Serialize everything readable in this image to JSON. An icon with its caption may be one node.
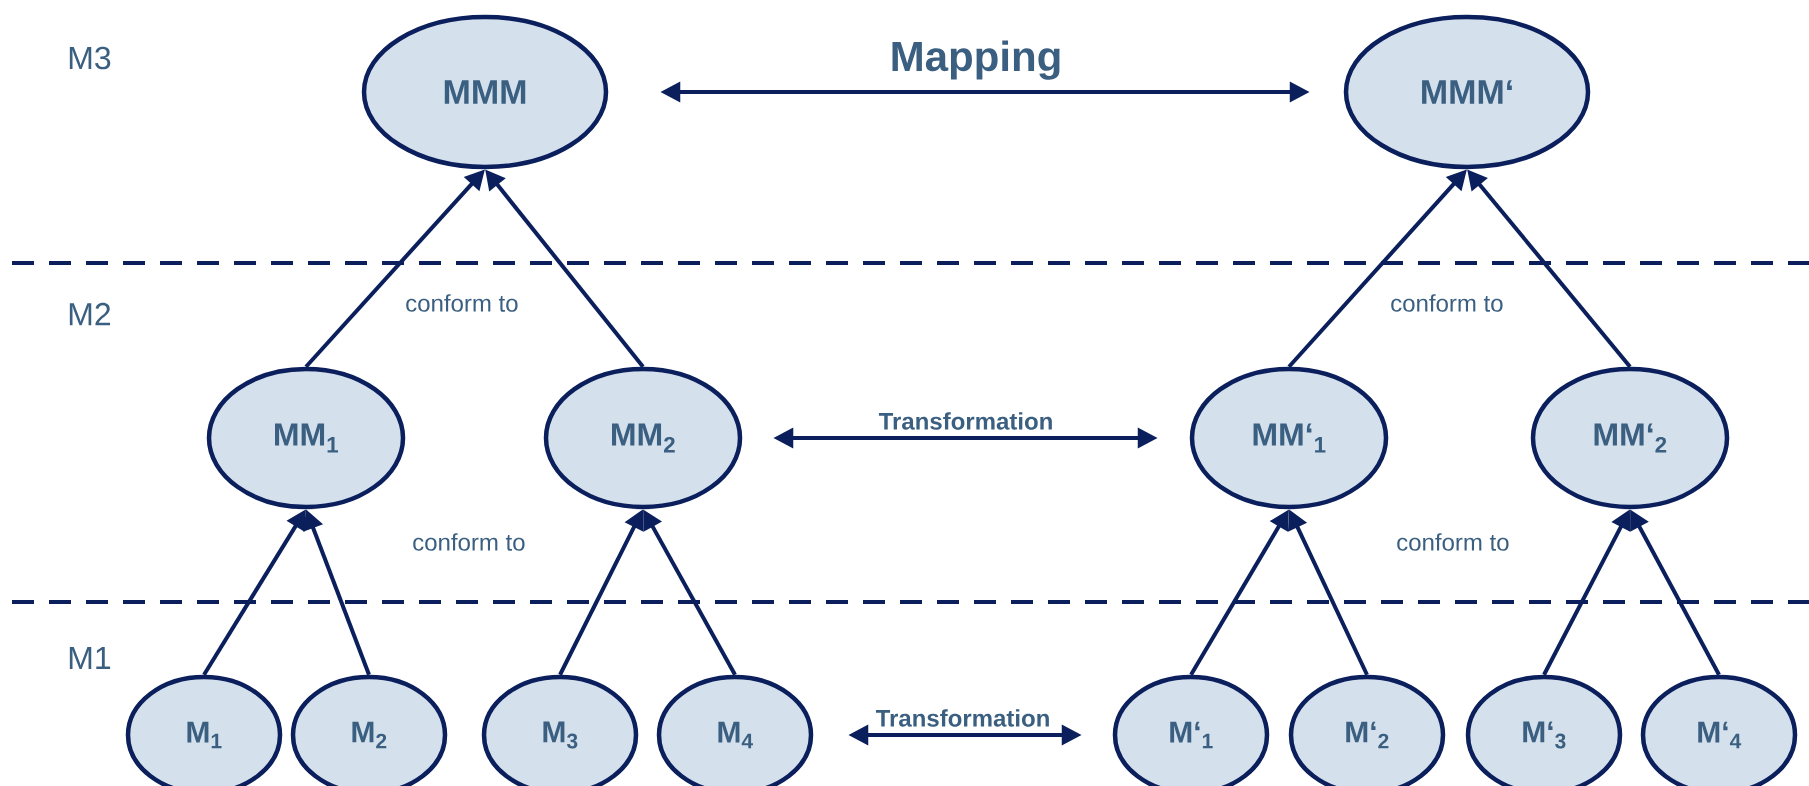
{
  "diagram": {
    "nodes": [
      {
        "text": [
          "MMM"
        ]
      },
      {
        "text": [
          "MMM‘"
        ]
      },
      {
        "text": [
          "MM$_{1}$"
        ]
      },
      {
        "text": [
          "MM$_{2}$"
        ]
      },
      {
        "text": [
          "MM‘$_{1}$"
        ]
      },
      {
        "text": [
          "MM‘$_{2}$"
        ]
      },
      {
        "text": [
          "M$_{1}$"
        ]
      },
      {
        "text": [
          "M$_{2}$"
        ]
      },
      {
        "text": [
          "M$_{3}$"
        ]
      },
      {
        "text": [
          "M$_{4}$"
        ]
      },
      {
        "text": [
          "M‘$_{1}$"
        ]
      },
      {
        "text": [
          "M‘$_{2}$"
        ]
      },
      {
        "text": [
          "M‘$_{3}$"
        ]
      },
      {
        "text": [
          "M‘$_{4}$"
        ]
      }
    ],
    "edges": [
      {
        "from": 0,
        "to": 1,
        "arrow": "both",
        "label": "Mapping"
      },
      {
        "from": 2,
        "to": 0,
        "arrow": "to"
      },
      {
        "from": 3,
        "to": 0,
        "arrow": "to"
      },
      {
        "from": 4,
        "to": 1,
        "arrow": "to"
      },
      {
        "from": 5,
        "to": 1,
        "arrow": "to"
      },
      {
        "from": 3,
        "to": 4,
        "arrow": "both",
        "label": "Transformation"
      },
      {
        "from": 6,
        "to": 2,
        "arrow": "to"
      },
      {
        "from": 7,
        "to": 2,
        "arrow": "to"
      },
      {
        "from": 8,
        "to": 3,
        "arrow": "to"
      },
      {
        "from": 9,
        "to": 3,
        "arrow": "to"
      },
      {
        "from": 10,
        "to": 4,
        "arrow": "to"
      },
      {
        "from": 11,
        "to": 4,
        "arrow": "to"
      },
      {
        "from": 12,
        "to": 5,
        "arrow": "to"
      },
      {
        "from": 13,
        "to": 5,
        "arrow": "to"
      },
      {
        "from": 9,
        "to": 10,
        "arrow": "both",
        "label": "Transformation"
      }
    ],
    "labels": [
      "M3",
      "M2",
      "conform to",
      "conform to",
      "conform to",
      "conform to",
      "M1"
    ]
  }
}
